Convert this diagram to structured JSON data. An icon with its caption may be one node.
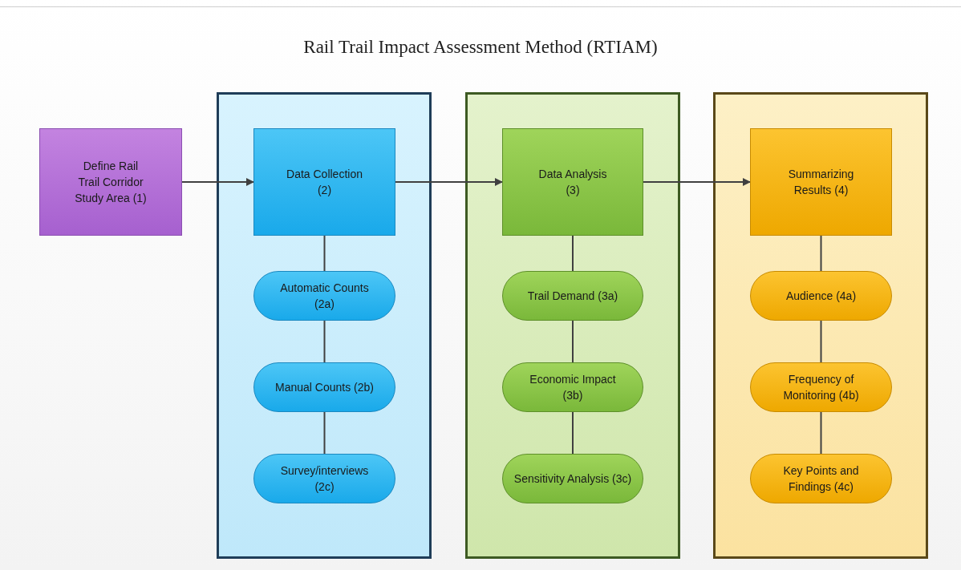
{
  "diagram": {
    "title": "Rail Trail Impact Assessment Method (RTIAM)",
    "nodes": [
      {
        "text": [
          "Define Rail Trail Corridor Study Area (1)"
        ]
      },
      {
        "text": [],
        "shape": "box"
      },
      {
        "text": [
          "Data Collection (2)"
        ],
        "in": 1
      },
      {
        "text": [
          "Automatic Counts (2a)"
        ],
        "in": 1
      },
      {
        "text": [
          "Manual Counts (2b)"
        ],
        "in": 1
      },
      {
        "text": [
          "Survey/interviews (2c)"
        ],
        "in": 1
      },
      {
        "text": [],
        "shape": "box"
      },
      {
        "text": [
          "Data Analysis (3)"
        ],
        "in": 6
      },
      {
        "text": [
          "Trail Demand (3a)"
        ],
        "in": 6
      },
      {
        "text": [
          "Economic Impact (3b)"
        ],
        "in": 6
      },
      {
        "text": [
          "Sensitivity Analysis (3c)"
        ],
        "in": 6
      },
      {
        "text": [],
        "shape": "box"
      },
      {
        "text": [
          "Summarizing Results (4)"
        ],
        "in": 11
      },
      {
        "text": [
          "Audience (4a)"
        ],
        "in": 11
      },
      {
        "text": [
          "Frequency of Monitoring (4b)"
        ],
        "in": 11
      },
      {
        "text": [
          "Key Points and Findings (4c)"
        ],
        "in": 11
      }
    ],
    "edges": [
      {
        "from": 0,
        "to": 2,
        "arrow": "to"
      },
      {
        "from": 2,
        "to": 7,
        "arrow": "to"
      },
      {
        "from": 7,
        "to": 12,
        "arrow": "to"
      },
      {
        "from": 2,
        "to": 3,
        "arrow": "none"
      },
      {
        "from": 3,
        "to": 4,
        "arrow": "none"
      },
      {
        "from": 4,
        "to": 5,
        "arrow": "none"
      },
      {
        "from": 7,
        "to": 8,
        "arrow": "none"
      },
      {
        "from": 8,
        "to": 9,
        "arrow": "none"
      },
      {
        "from": 9,
        "to": 10,
        "arrow": "none"
      },
      {
        "from": 12,
        "to": 13,
        "arrow": "none"
      },
      {
        "from": 13,
        "to": 14,
        "arrow": "none"
      },
      {
        "from": 14,
        "to": 15,
        "arrow": "none"
      }
    ]
  }
}
